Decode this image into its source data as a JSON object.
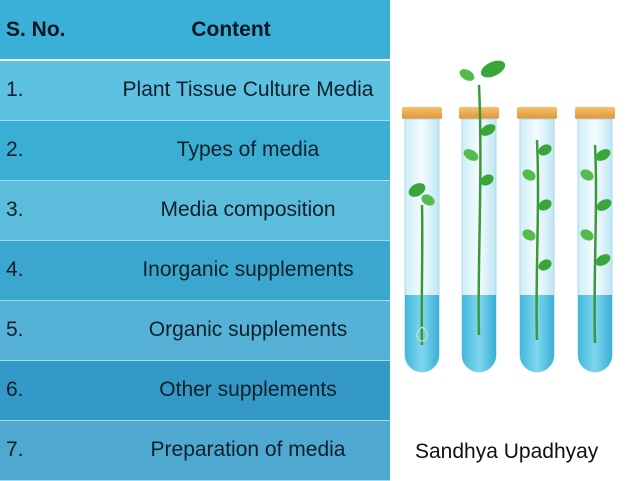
{
  "table": {
    "header": {
      "number": "S. No.",
      "content": "Content"
    },
    "rows": [
      {
        "number": "1.",
        "content": "Plant Tissue Culture Media"
      },
      {
        "number": "2.",
        "content": "Types of media"
      },
      {
        "number": "3.",
        "content": "Media composition"
      },
      {
        "number": "4.",
        "content": "Inorganic supplements"
      },
      {
        "number": "5.",
        "content": "Organic supplements"
      },
      {
        "number": "6.",
        "content": "Other supplements"
      },
      {
        "number": "7.",
        "content": "Preparation of media"
      }
    ]
  },
  "illustration": {
    "icon": "plant-test-tubes-icon"
  },
  "author": "Sandhya Upadhyay",
  "colors": {
    "table_header": "#3ab0d9",
    "tube_liquid": "#5cc8e6",
    "tube_cap": "#f0a94a",
    "leaf": "#3aa63a"
  }
}
